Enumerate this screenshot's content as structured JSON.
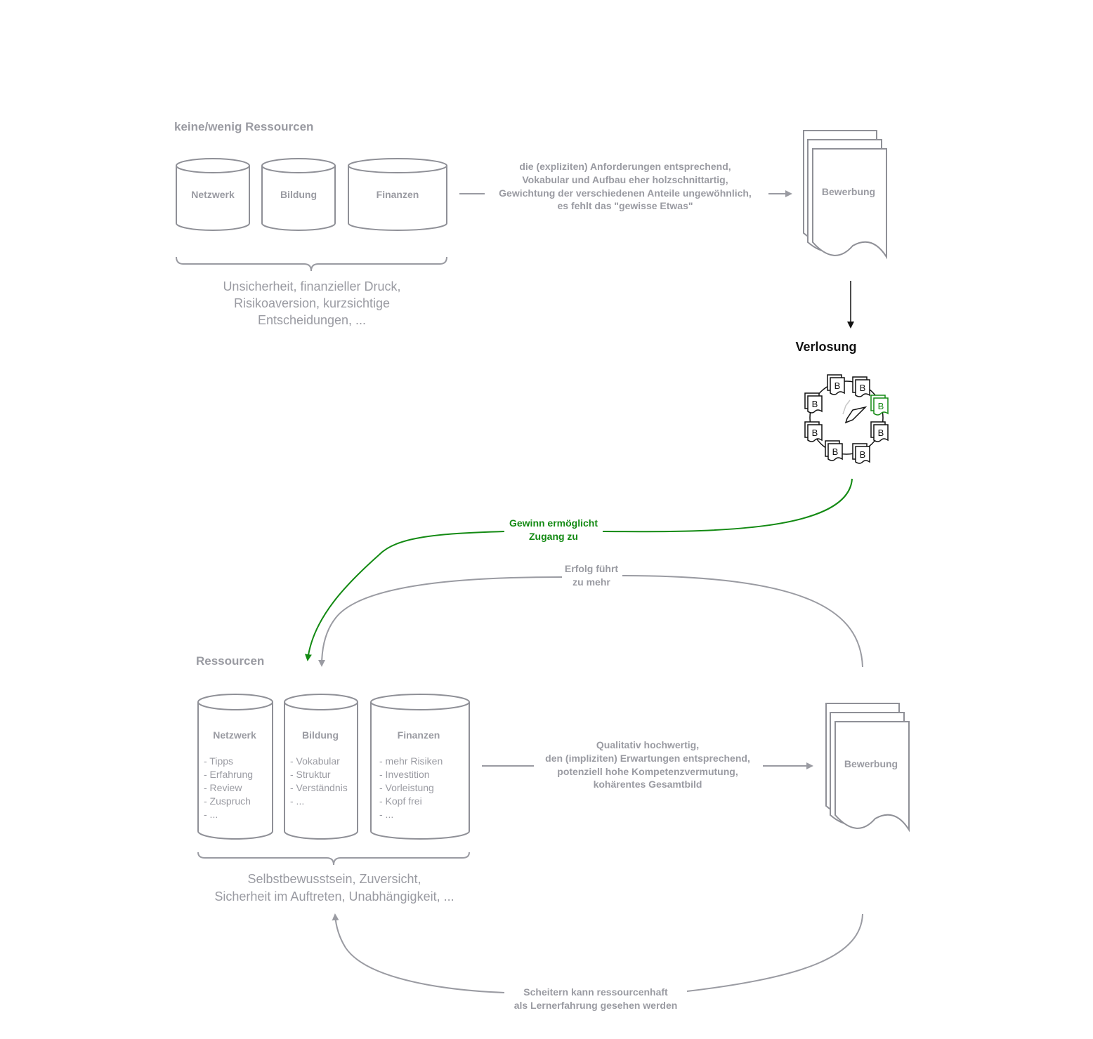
{
  "top": {
    "title": "keine/wenig Ressourcen",
    "cylinders": [
      "Netzwerk",
      "Bildung",
      "Finanzen"
    ],
    "brace_text": [
      "Unsicherheit, finanzieller Druck,",
      "Risikoaversion, kurzsichtige",
      "Entscheidungen, ..."
    ],
    "edge_label": [
      "die (expliziten) Anforderungen entsprechend,",
      "Vokabular und Aufbau eher holzschnittartig,",
      "Gewichtung der verschiedenen Anteile ungewöhnlich,",
      "es fehlt das \"gewisse Etwas\""
    ],
    "doc_label": "Bewerbung"
  },
  "lottery": {
    "title": "Verlosung",
    "token": "B",
    "win_label": [
      "Gewinn ermöglicht",
      "Zugang zu"
    ],
    "win_color": "#138a13"
  },
  "bottom": {
    "title": "Ressourcen",
    "cylinders": [
      {
        "title": "Netzwerk",
        "items": [
          "- Tipps",
          "- Erfahrung",
          "- Review",
          "- Zuspruch",
          "- ..."
        ]
      },
      {
        "title": "Bildung",
        "items": [
          "- Vokabular",
          "- Struktur",
          "- Verständnis",
          "- ..."
        ]
      },
      {
        "title": "Finanzen",
        "items": [
          "- mehr Risiken",
          "- Investition",
          "- Vorleistung",
          "- Kopf frei",
          "- ..."
        ]
      }
    ],
    "brace_text": [
      "Selbstbewusstsein, Zuversicht,",
      "Sicherheit im Auftreten, Unabhängigkeit, ..."
    ],
    "edge_label": [
      "Qualitativ hochwertig,",
      "den (impliziten) Erwartungen entsprechend,",
      "potenziell hohe Kompetenzvermutung,",
      "kohärentes Gesamtbild"
    ],
    "doc_label": "Bewerbung",
    "success_label": [
      "Erfolg führt",
      "zu mehr"
    ],
    "failure_label": [
      "Scheitern kann ressourcenhaft",
      "als Lernerfahrung gesehen werden"
    ]
  },
  "colors": {
    "gray": "#9a9ba2",
    "green": "#138a13",
    "black": "#111111"
  }
}
